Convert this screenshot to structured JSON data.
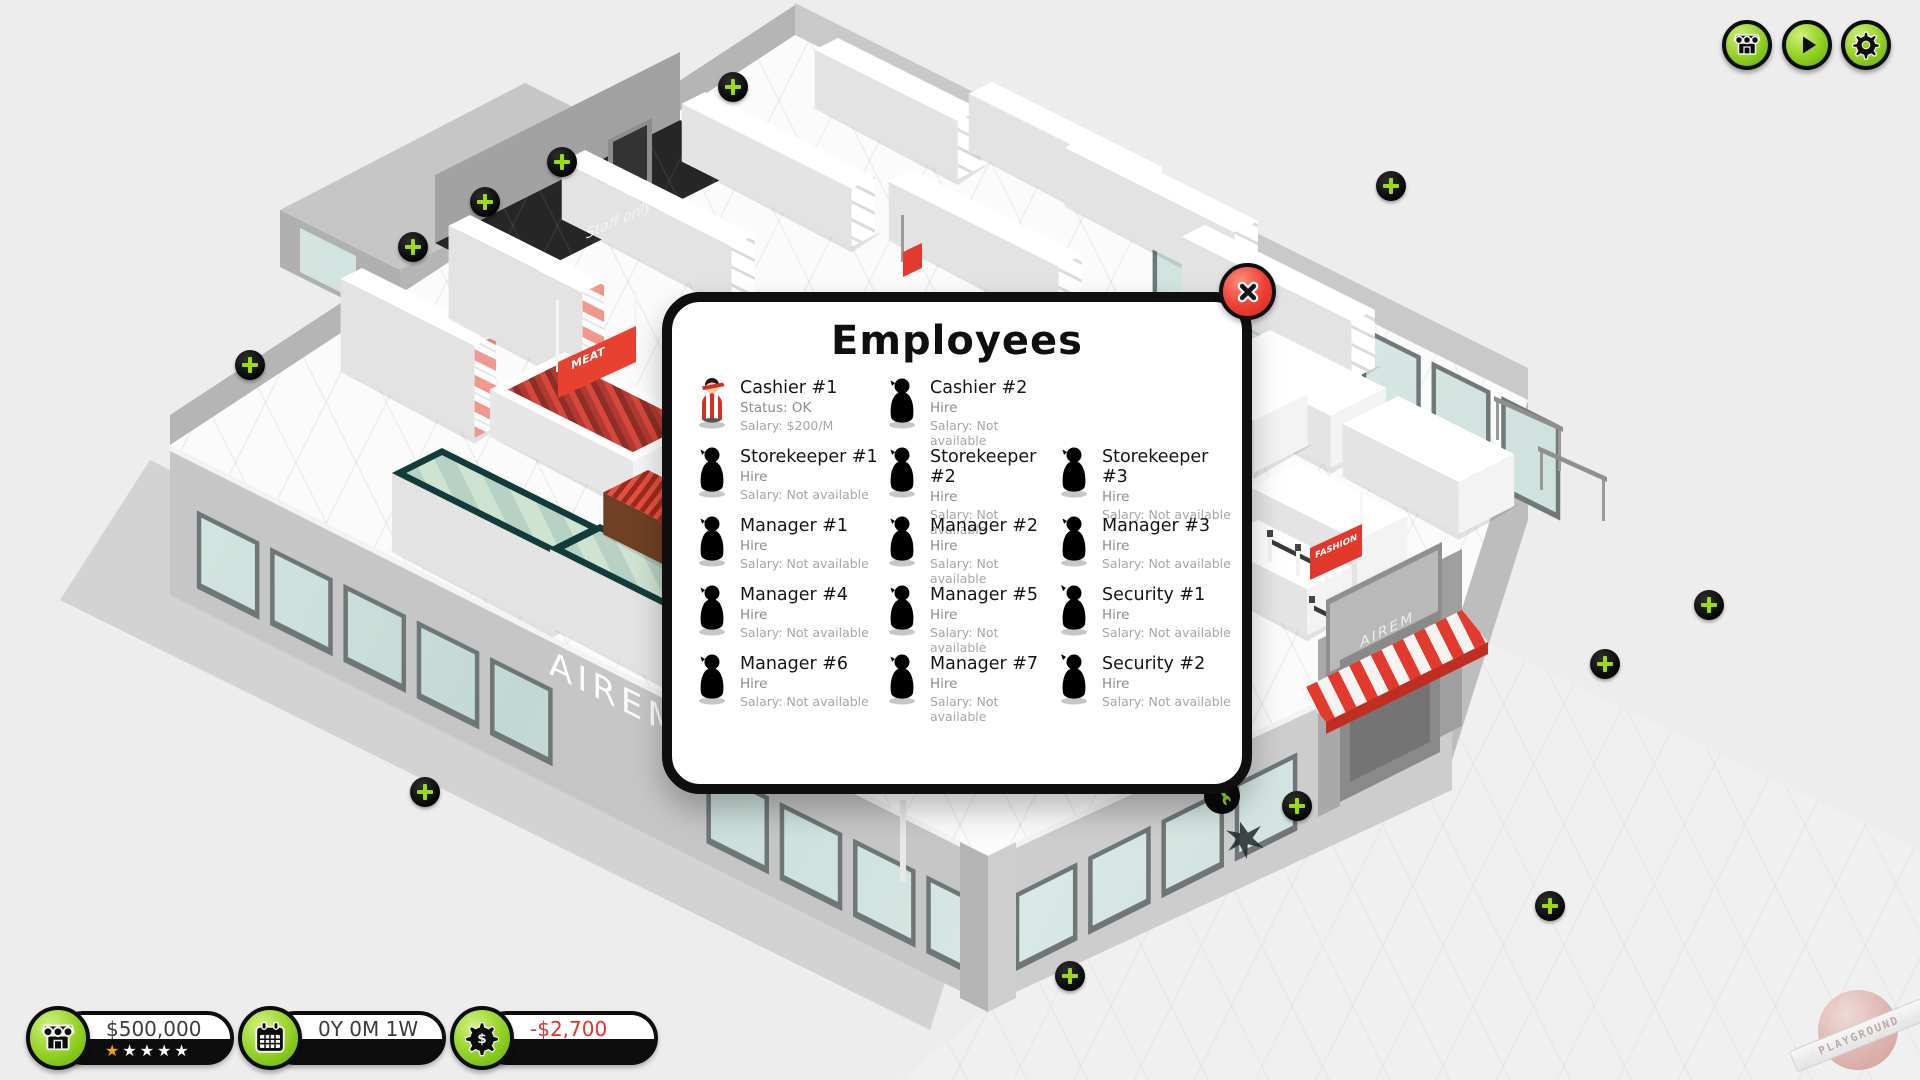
{
  "scene": {
    "wall_brand": "AIREM",
    "entrance_sign": "AIREM",
    "staff_sign": "Staff only",
    "meat_flag": "MEAT",
    "fashion_flag": "FASHION"
  },
  "dialog": {
    "title": "Employees",
    "employees": [
      {
        "name": "Cashier #1",
        "line2": "Status: OK",
        "line3": "Salary: $200/M",
        "avatar": "cashier"
      },
      {
        "name": "Cashier #2",
        "line2": "Hire",
        "line3": "Salary: Not available",
        "avatar": "staff"
      },
      {
        "name": "Storekeeper #1",
        "line2": "Hire",
        "line3": "Salary: Not available",
        "avatar": "staff"
      },
      {
        "name": "Storekeeper #2",
        "line2": "Hire",
        "line3": "Salary: Not available",
        "avatar": "staff"
      },
      {
        "name": "Storekeeper #3",
        "line2": "Hire",
        "line3": "Salary: Not available",
        "avatar": "staff"
      },
      {
        "name": "Manager #1",
        "line2": "Hire",
        "line3": "Salary: Not available",
        "avatar": "staff"
      },
      {
        "name": "Manager #2",
        "line2": "Hire",
        "line3": "Salary: Not available",
        "avatar": "staff"
      },
      {
        "name": "Manager #3",
        "line2": "Hire",
        "line3": "Salary: Not available",
        "avatar": "staff"
      },
      {
        "name": "Manager #4",
        "line2": "Hire",
        "line3": "Salary: Not available",
        "avatar": "staff"
      },
      {
        "name": "Manager #5",
        "line2": "Hire",
        "line3": "Salary: Not available",
        "avatar": "staff"
      },
      {
        "name": "Security #1",
        "line2": "Hire",
        "line3": "Salary: Not available",
        "avatar": "security"
      },
      {
        "name": "Manager #6",
        "line2": "Hire",
        "line3": "Salary: Not available",
        "avatar": "staff"
      },
      {
        "name": "Manager #7",
        "line2": "Hire",
        "line3": "Salary: Not available",
        "avatar": "staff"
      },
      {
        "name": "Security #2",
        "line2": "Hire",
        "line3": "Salary: Not available",
        "avatar": "security"
      }
    ]
  },
  "hud": {
    "money": {
      "value": "$500,000",
      "stars_filled": 1,
      "stars_total": 5
    },
    "date": {
      "value": "0Y 0M 1W"
    },
    "balance": {
      "value": "-$2,700",
      "color": "#e8312a"
    }
  },
  "toolbar": {
    "buttons": [
      {
        "id": "shop",
        "icon": "shop-icon"
      },
      {
        "id": "play",
        "icon": "play-icon"
      },
      {
        "id": "settings",
        "icon": "gear-icon"
      }
    ]
  },
  "watermark": "PLAYGROUND",
  "colors": {
    "accent_green": "#8fd41c",
    "plus_green": "#9bdb12",
    "alert_red": "#e8392f",
    "negative_red": "#e8312a",
    "awning_red": "#e23a2c"
  }
}
